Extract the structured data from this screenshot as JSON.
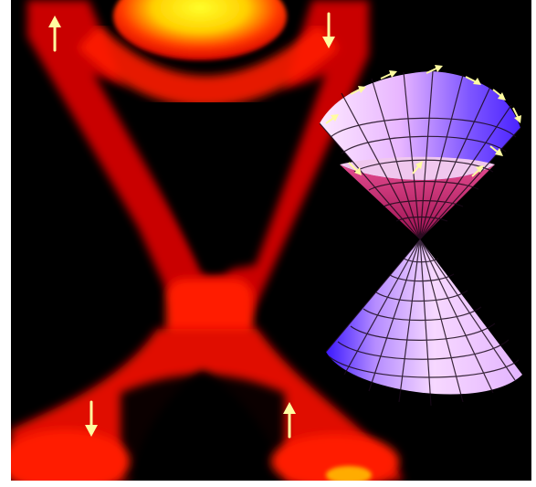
{
  "figure": {
    "background": "#000000",
    "frame_color": "#ffffff",
    "arpes_colors": [
      "#000000",
      "#7a0000",
      "#d40000",
      "#ff1a00",
      "#ff5a00",
      "#ffd000",
      "#ffff2a"
    ],
    "cone_colors": {
      "top_light": "#f5d6ff",
      "top_dark": "#5a2cff",
      "bottom_light": "#f7d8ff",
      "bottom_dark": "#3b18ff",
      "inner_rim": "#d82b7a",
      "mesh": "#1a0a1a"
    },
    "arrow_color": "#fffca0",
    "spin_arrows": {
      "left_upper": "up",
      "right_upper": "down",
      "left_lower": "down",
      "right_lower": "up"
    },
    "icons": [
      "up-arrow-icon",
      "down-arrow-icon",
      "spin-arrow-icon"
    ]
  }
}
